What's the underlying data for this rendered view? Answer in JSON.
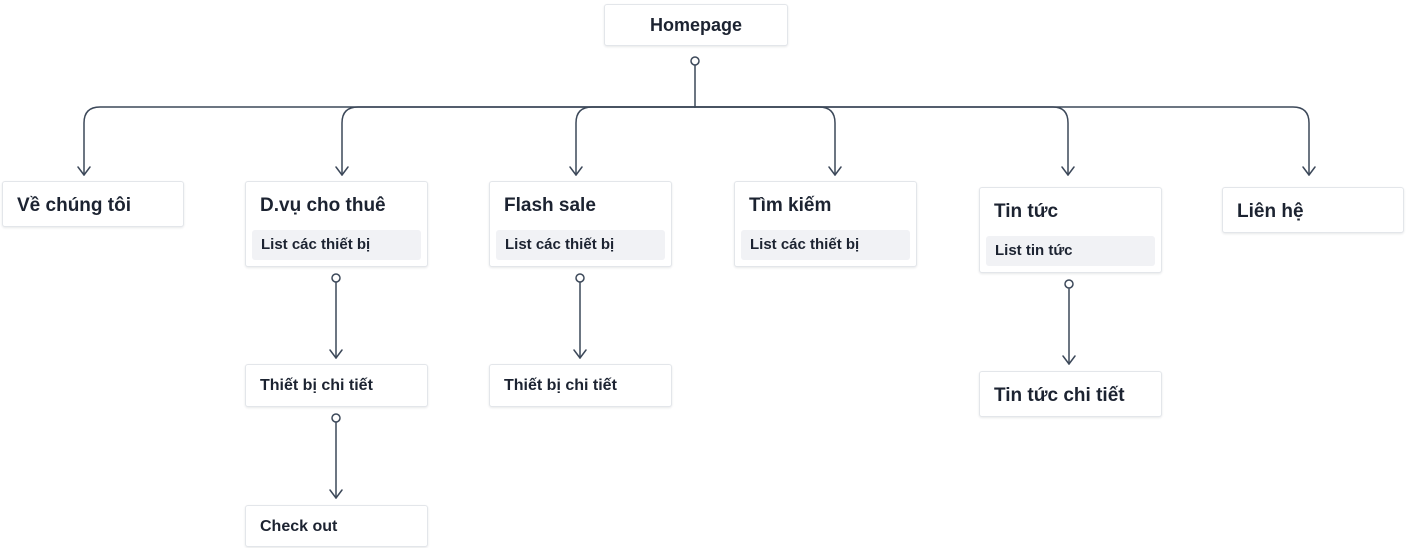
{
  "diagram": {
    "root": {
      "id": "homepage",
      "label": "Homepage"
    },
    "nodes": [
      {
        "id": "ve-chung-toi",
        "label": "Về chúng tôi"
      },
      {
        "id": "dich-vu",
        "label": "D.vụ cho thuê",
        "sub": "List các thiết bị"
      },
      {
        "id": "flash-sale",
        "label": "Flash sale",
        "sub": "List các thiết bị"
      },
      {
        "id": "tim-kiem",
        "label": "Tìm kiếm",
        "sub": "List các thiết bị"
      },
      {
        "id": "tin-tuc",
        "label": "Tin tức",
        "sub": "List tin tức"
      },
      {
        "id": "lien-he",
        "label": "Liên hệ"
      },
      {
        "id": "dv-thiet-bi-chi-tiet",
        "label": "Thiết bị chi tiết"
      },
      {
        "id": "check-out",
        "label": "Check out"
      },
      {
        "id": "fs-thiet-bi-chi-tiet",
        "label": "Thiết bị chi tiết"
      },
      {
        "id": "tin-tuc-chi-tiet",
        "label": "Tin tức chi tiết"
      }
    ],
    "edges": [
      {
        "from": "homepage",
        "to": "ve-chung-toi"
      },
      {
        "from": "homepage",
        "to": "dich-vu"
      },
      {
        "from": "homepage",
        "to": "flash-sale"
      },
      {
        "from": "homepage",
        "to": "tim-kiem"
      },
      {
        "from": "homepage",
        "to": "tin-tuc"
      },
      {
        "from": "homepage",
        "to": "lien-he"
      },
      {
        "from": "dich-vu",
        "to": "dv-thiet-bi-chi-tiet"
      },
      {
        "from": "dv-thiet-bi-chi-tiet",
        "to": "check-out"
      },
      {
        "from": "flash-sale",
        "to": "fs-thiet-bi-chi-tiet"
      },
      {
        "from": "tin-tuc",
        "to": "tin-tuc-chi-tiet"
      }
    ],
    "colors": {
      "line": "#3c4859",
      "border": "#e3e6ea",
      "chip": "#f1f2f5",
      "text": "#1c2331"
    }
  }
}
